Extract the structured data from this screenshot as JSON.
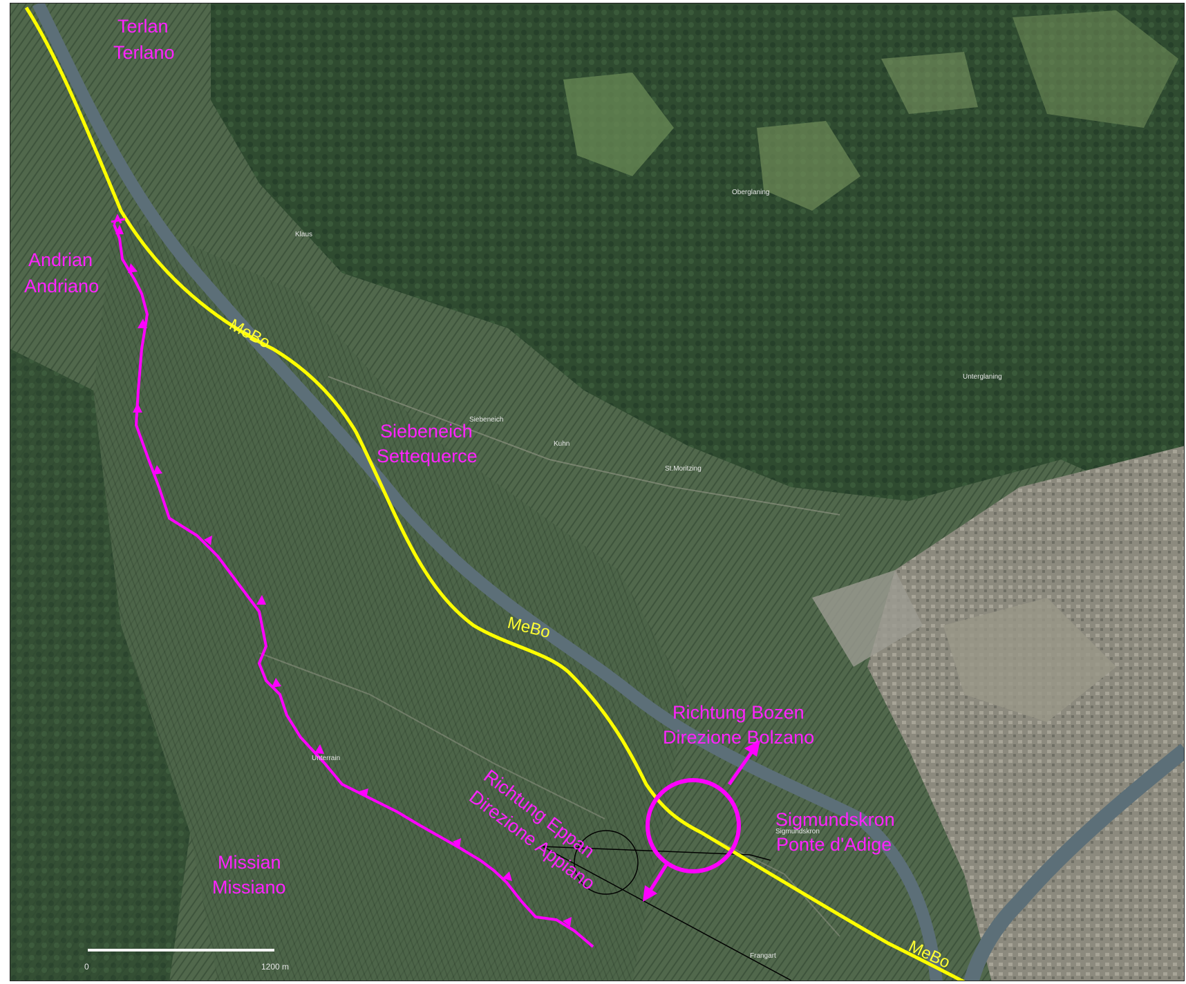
{
  "map": {
    "colors": {
      "route_mebo": "#ffff00",
      "route_local": "#ff00ff",
      "labels": "#ff22ff",
      "terrain_forest": "#2d4a2e",
      "terrain_orchard": "#5b7256",
      "terrain_city": "#8f8d80",
      "river": "#5c6f78"
    },
    "places": {
      "terlan": {
        "de": "Terlan",
        "it": "Terlano"
      },
      "andrian": {
        "de": "Andrian",
        "it": "Andriano"
      },
      "siebeneich": {
        "de": "Siebeneich",
        "it": "Settequerce"
      },
      "missian": {
        "de": "Missian",
        "it": "Missiano"
      },
      "sigmundskron": {
        "de": "Sigmundskron",
        "it": "Ponte d'Adige"
      }
    },
    "directions": {
      "bozen": {
        "de": "Richtung Bozen",
        "it": "Direzione Bolzano"
      },
      "eppan": {
        "de": "Richtung Eppan",
        "it": "Direzione Appiano"
      }
    },
    "road_label": "MeBo",
    "small_labels": {
      "oberglaning": "Oberglaning",
      "unterglaning": "Unterglaning",
      "klaus": "Klaus",
      "siebeneich_small": "Siebeneich",
      "kuhn": "Kuhn",
      "st_moritzing": "St.Moritzing",
      "unterrain": "Unterrain",
      "sigmundskron_small": "Sigmundskron",
      "frangart": "Frangart"
    },
    "scale": {
      "start": "0",
      "end": "1200 m"
    }
  }
}
